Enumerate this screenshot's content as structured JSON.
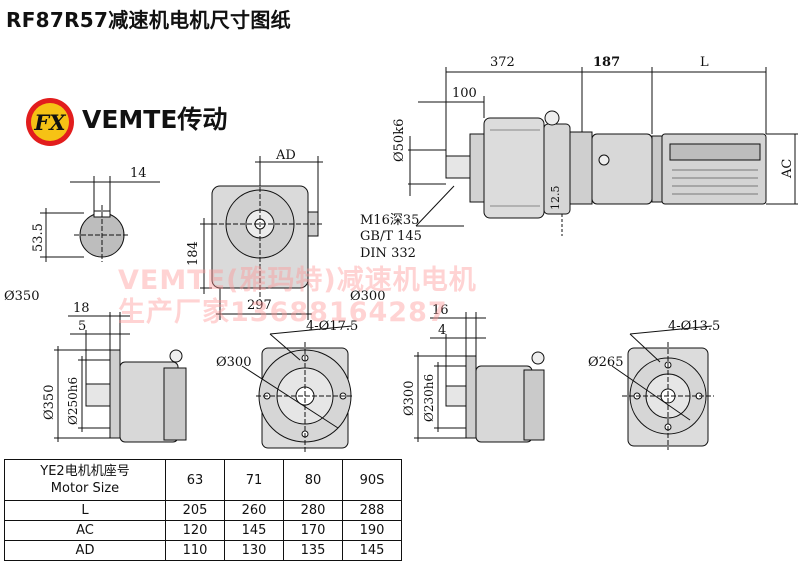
{
  "title": "RF87R57减速机电机尺寸图纸",
  "logo": {
    "mark": "FX",
    "brand": "VEMTE传动"
  },
  "watermark": {
    "line1": "VEMTE(雅玛特)减速机电机",
    "line2": "生产厂家13688164287"
  },
  "dims": {
    "d372": "372",
    "d187": "187",
    "dL": "L",
    "d100": "100",
    "shaft": "Ø50k6",
    "ac": "AC",
    "m16": "M16深35",
    "gbt": "GB/T 145",
    "din": "DIN 332",
    "d12_5": "12.5",
    "key14": "14",
    "key53_5": "53.5",
    "ad": "AD",
    "d184": "184",
    "d297": "297",
    "flange350": "Ø350",
    "flange300": "Ø300",
    "f1_18": "18",
    "f1_5": "5",
    "f1_350": "Ø350",
    "f1_250": "Ø250h6",
    "f1_pcd": "Ø300",
    "f1_holes": "4-Ø17.5",
    "f2_16": "16",
    "f2_4": "4",
    "f2_300": "Ø300",
    "f2_230": "Ø230h6",
    "f2_pcd": "Ø265",
    "f2_holes": "4-Ø13.5"
  },
  "table": {
    "header_cn": "YE2电机机座号",
    "header_en": "Motor Size",
    "columns": [
      "63",
      "71",
      "80",
      "90S"
    ],
    "rows": [
      {
        "label": "L",
        "values": [
          "205",
          "260",
          "280",
          "288"
        ]
      },
      {
        "label": "AC",
        "values": [
          "120",
          "145",
          "170",
          "190"
        ]
      },
      {
        "label": "AD",
        "values": [
          "110",
          "130",
          "135",
          "145"
        ]
      }
    ]
  }
}
